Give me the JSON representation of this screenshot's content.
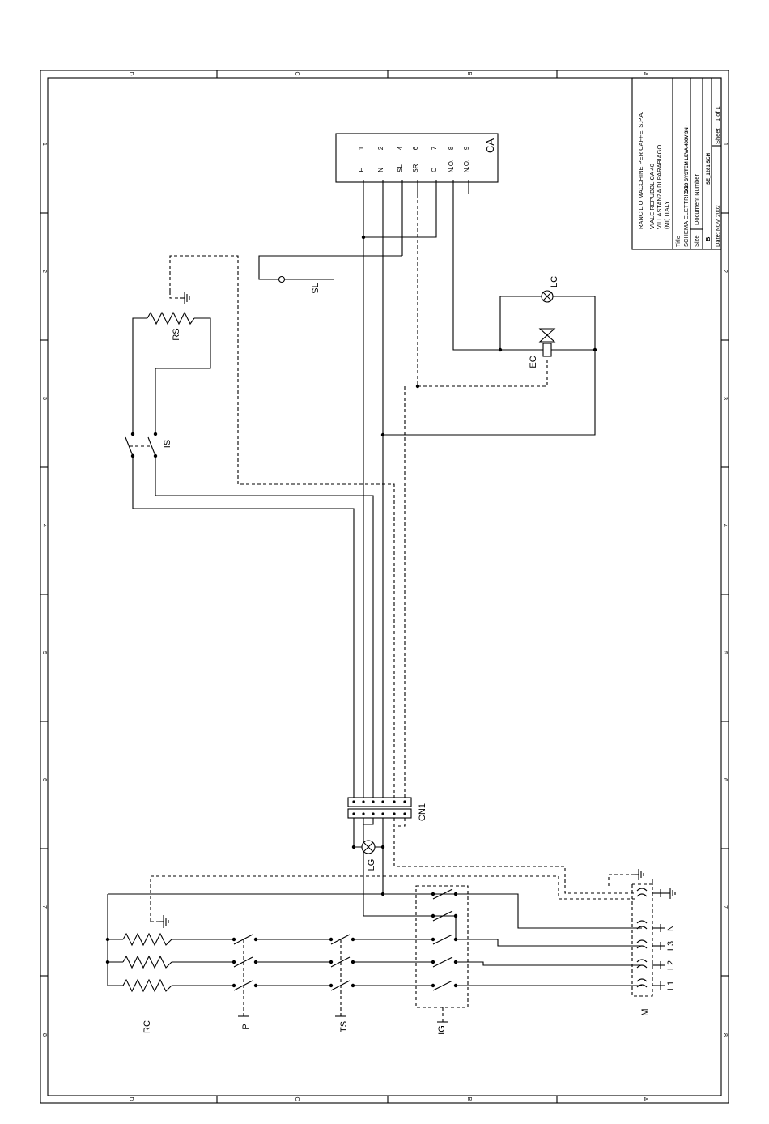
{
  "zones": {
    "top": [
      "D",
      "C",
      "B",
      "A"
    ],
    "bottom": [
      "D",
      "C",
      "B",
      "A"
    ],
    "left": [
      "1",
      "2",
      "3",
      "4",
      "5",
      "6",
      "7",
      "8"
    ],
    "right": [
      "1",
      "2",
      "3",
      "4",
      "5",
      "6",
      "7",
      "8"
    ]
  },
  "title_block": {
    "company": "RANCILIO MACCHINE PER CAFFE' S.P.A.",
    "address1": "VIALE REPUBBLICA 40",
    "address2": "VILLASTANZA DI PARABIAGO",
    "address3": "(MI) ITALY",
    "title_label": "Title",
    "title_value": "SCHEMA ELETTRICO",
    "title_system": "S 20 SYSTEM LEVA 400V 3N~",
    "size_label": "Size",
    "size_value": "B",
    "docnum_label": "Document Number",
    "docnum_value": "SE_1281.SCH",
    "date_label": "Date:",
    "date_value": "NOV, 2002",
    "sheet_label": "Sheet",
    "sheet_value": "1 of 1"
  },
  "ca": {
    "label": "CA",
    "pins": [
      {
        "name": "F",
        "num": "1"
      },
      {
        "name": "N",
        "num": "2"
      },
      {
        "name": "SL",
        "num": "4"
      },
      {
        "name": "SR",
        "num": "6"
      },
      {
        "name": "C",
        "num": "7"
      },
      {
        "name": "N.O.",
        "num": "8"
      },
      {
        "name": "N.O.",
        "num": "9"
      }
    ]
  },
  "components": {
    "sl": "SL",
    "rs": "RS",
    "is": "IS",
    "lc": "LC",
    "ec": "EC",
    "cn1": "CN1",
    "lg": "LG",
    "rc": "RC",
    "p": "P",
    "ts": "TS",
    "ig": "IG",
    "m": "M"
  },
  "terminals": {
    "n": "N",
    "l3": "L3",
    "l2": "L2",
    "l1": "L1"
  }
}
